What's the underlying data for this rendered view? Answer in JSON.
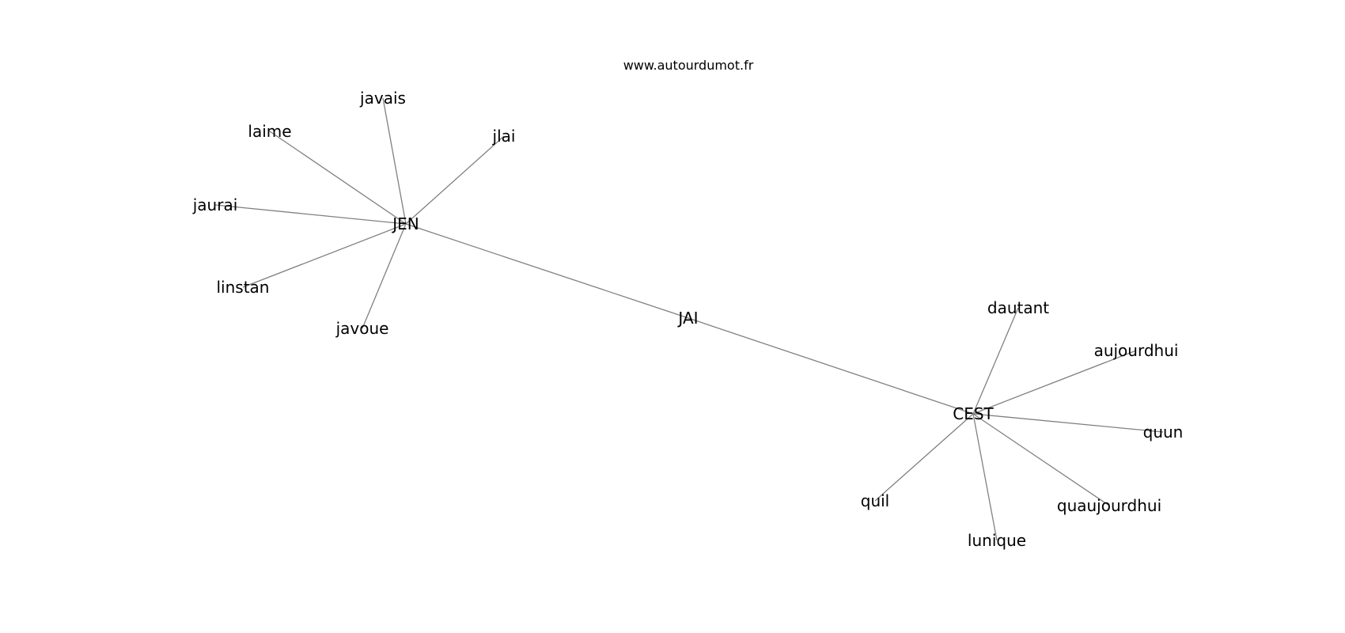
{
  "watermark": "www.autourdumot.fr",
  "nodes": [
    {
      "id": "JAI",
      "label": "JAI"
    },
    {
      "id": "JEN",
      "label": "JEN"
    },
    {
      "id": "CEST",
      "label": "CEST"
    },
    {
      "id": "javais",
      "label": "javais"
    },
    {
      "id": "laime",
      "label": "laime"
    },
    {
      "id": "jlai",
      "label": "jlai"
    },
    {
      "id": "jaurai",
      "label": "jaurai"
    },
    {
      "id": "linstan",
      "label": "linstan"
    },
    {
      "id": "javoue",
      "label": "javoue"
    },
    {
      "id": "dautant",
      "label": "dautant"
    },
    {
      "id": "aujourdhui",
      "label": "aujourdhui"
    },
    {
      "id": "quun",
      "label": "quun"
    },
    {
      "id": "quaujourdhui",
      "label": "quaujourdhui"
    },
    {
      "id": "lunique",
      "label": "lunique"
    },
    {
      "id": "quil",
      "label": "quil"
    }
  ],
  "edges": [
    [
      "JEN",
      "JAI"
    ],
    [
      "JAI",
      "CEST"
    ],
    [
      "JEN",
      "javais"
    ],
    [
      "JEN",
      "laime"
    ],
    [
      "JEN",
      "jlai"
    ],
    [
      "JEN",
      "jaurai"
    ],
    [
      "JEN",
      "linstan"
    ],
    [
      "JEN",
      "javoue"
    ],
    [
      "CEST",
      "dautant"
    ],
    [
      "CEST",
      "aujourdhui"
    ],
    [
      "CEST",
      "quun"
    ],
    [
      "CEST",
      "quaujourdhui"
    ],
    [
      "CEST",
      "lunique"
    ],
    [
      "CEST",
      "quil"
    ]
  ]
}
